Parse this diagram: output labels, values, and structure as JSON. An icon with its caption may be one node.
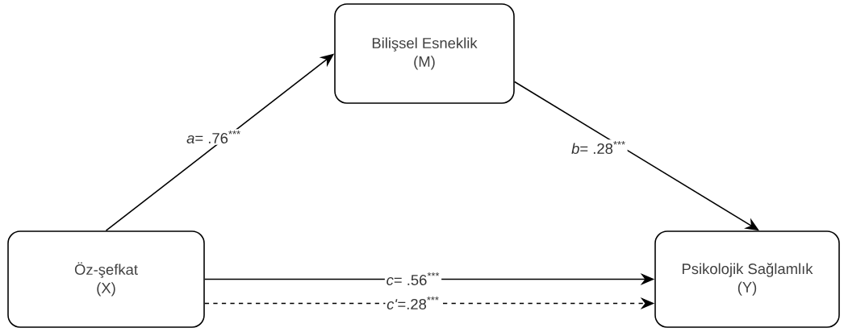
{
  "diagram": {
    "nodes": [
      {
        "text": [
          "Öz-şefkat",
          "(X)"
        ]
      },
      {
        "text": [
          "Bilişsel Esneklik",
          "(M)"
        ]
      },
      {
        "text": [
          "Psikolojik Sağlamlık",
          "(Y)"
        ]
      }
    ],
    "edges": [
      {
        "from": 0,
        "to": 1,
        "arrow": "to",
        "label": "*a*= .76$^{***}$"
      },
      {
        "from": 1,
        "to": 2,
        "arrow": "to",
        "label": "*b*= .28$^{***}$"
      },
      {
        "from": 0,
        "to": 2,
        "arrow": "to",
        "label": "*c*= .56$^{***}$"
      },
      {
        "from": 0,
        "to": 2,
        "arrow": "to",
        "label": "*c'*=.28$^{***}$",
        "style": "dashed"
      }
    ]
  }
}
